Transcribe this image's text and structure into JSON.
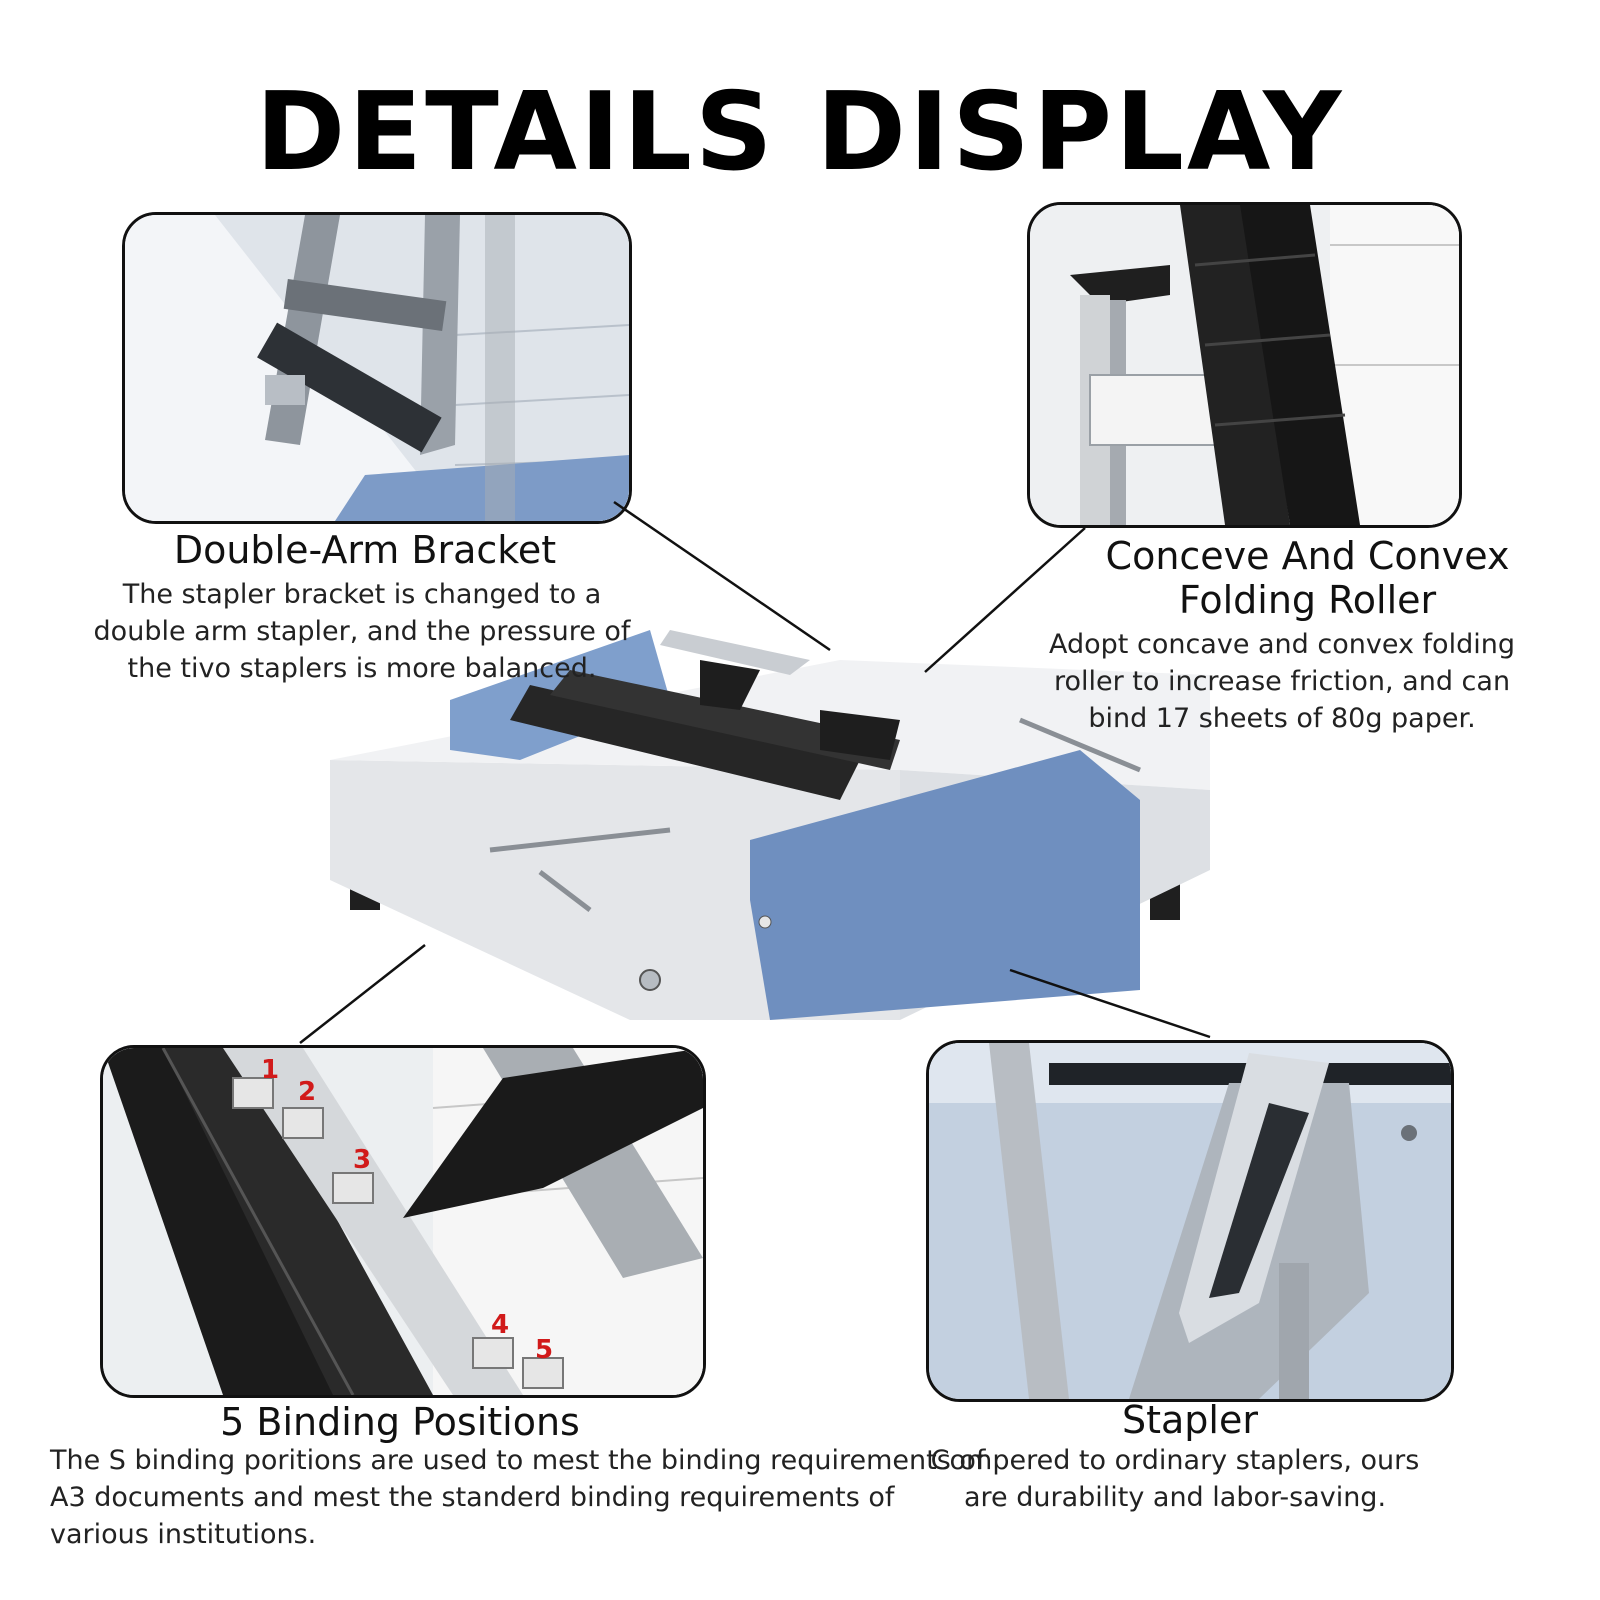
{
  "title": "DETAILS DISPLAY",
  "features": {
    "bracket": {
      "heading": "Double-Arm Bracket",
      "description": "The stapler bracket is changed to a double arm stapler, and the pressure of the tivo staplers is more balanced."
    },
    "roller": {
      "heading": "Conceve And Convex Folding Roller",
      "description": "Adopt concave and convex folding roller to increase friction, and can bind 17 sheets of 80g paper."
    },
    "binding": {
      "heading": "5 Binding Positions",
      "description": "The S binding poritions are used to mest the binding requirements of A3 documents and mest the standerd binding requirements of various institutions."
    },
    "stapler": {
      "heading": "Stapler",
      "description": "Compered to ordinary staplers, ours are durability and labor-saving."
    }
  },
  "position_marks": [
    "1",
    "2",
    "3",
    "4",
    "5"
  ],
  "colors": {
    "accent_blue": "#6f8fbf",
    "roller_black": "#1e1e1e",
    "frame_grey": "#d9dce0",
    "mark_red": "#d11a1a"
  }
}
